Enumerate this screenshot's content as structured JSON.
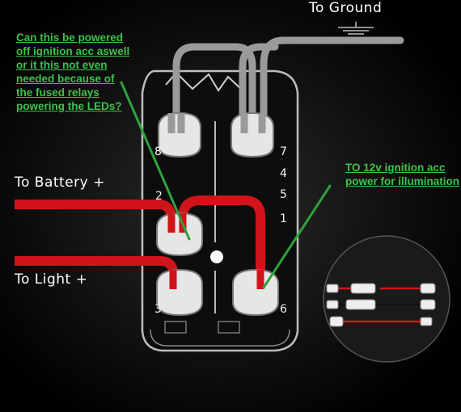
{
  "labels": {
    "to_ground": "To  Ground",
    "to_battery": "To  Battery  +",
    "to_light": "To  Light  +"
  },
  "annotations": {
    "question": [
      "Can this be powered",
      "off ignition acc aswell",
      "or it this not even",
      "needed because of",
      "the fused relays",
      "powering the LEDs?"
    ],
    "illumination": [
      "TO 12v ignition acc",
      "power for illumination"
    ]
  },
  "pins": {
    "p8": "8",
    "p7": "7",
    "p4": "4",
    "p5": "5",
    "p2": "2",
    "p1": "1",
    "p3": "3",
    "p6": "6"
  },
  "colors": {
    "background": "#000000",
    "wire_red": "#d0141a",
    "wire_grey": "#9a9a9a",
    "annotation_green": "#3ec24a",
    "text": "#ffffff"
  }
}
